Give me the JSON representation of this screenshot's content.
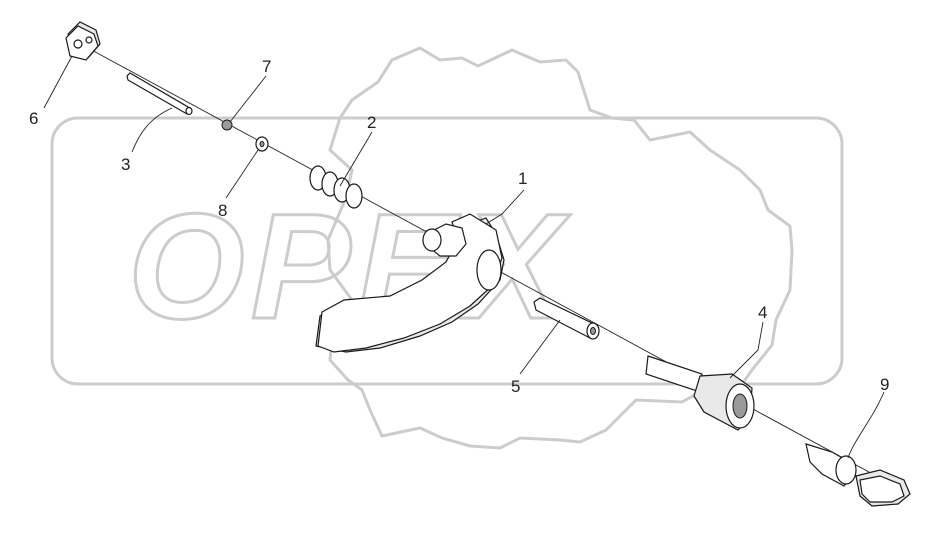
{
  "watermark": {
    "text": "OPEX",
    "color": "#cccccc"
  },
  "line_color": "#1a1a1a",
  "callouts": [
    {
      "id": "1",
      "label": "1"
    },
    {
      "id": "2",
      "label": "2"
    },
    {
      "id": "3",
      "label": "3"
    },
    {
      "id": "4",
      "label": "4"
    },
    {
      "id": "5",
      "label": "5"
    },
    {
      "id": "6",
      "label": "6"
    },
    {
      "id": "7",
      "label": "7"
    },
    {
      "id": "8",
      "label": "8"
    },
    {
      "id": "9",
      "label": "9"
    }
  ]
}
